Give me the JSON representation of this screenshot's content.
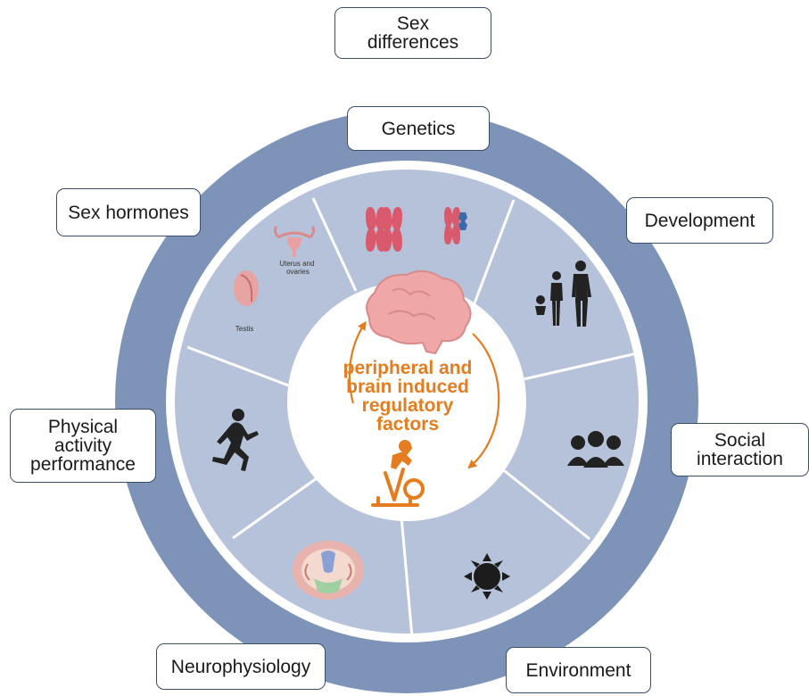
{
  "diagram": {
    "title": "Sex\ndifferences",
    "center_label": "peripheral and\nbrain induced\nregulatory\nfactors",
    "factors": [
      {
        "label": "Genetics"
      },
      {
        "label": "Development"
      },
      {
        "label": "Social\ninteraction"
      },
      {
        "label": "Environment"
      },
      {
        "label": "Neurophysiology"
      },
      {
        "label": "Physical\nactivity\nperformance"
      },
      {
        "label": "Sex hormones"
      }
    ],
    "segment_captions": {
      "uterus": "Uterus and\novaries",
      "testis": "Testis"
    },
    "colors": {
      "outer_ring": "#7d93b8",
      "segment_fill": "#b5c2d9",
      "segment_divider": "#ffffff",
      "center_fill": "#ffffff",
      "accent_orange": "#e37d1f",
      "box_border": "#3a4e6a",
      "chromosome": "#d95a6c",
      "chromosome_y": "#3b6aa8",
      "brain": "#f0a7a7",
      "silhouette": "#222222"
    },
    "icons": [
      "chromosome-x-pair-icon",
      "chromosome-xy-icon",
      "family-silhouette-icon",
      "group-people-icon",
      "sun-icon",
      "brain-section-icon",
      "runner-icon",
      "uterus-icon",
      "testis-icon",
      "brain-icon",
      "exercise-bike-icon",
      "cycle-arrow-icon"
    ]
  }
}
